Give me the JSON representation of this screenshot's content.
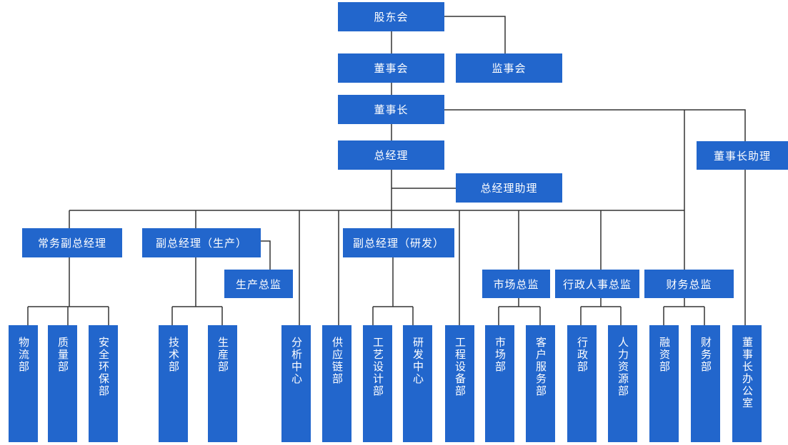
{
  "colors": {
    "box": "#2266cc",
    "text": "#ffffff",
    "line": "#333333"
  },
  "nodes": {
    "shareholders": "股东会",
    "board": "董事会",
    "supervisors": "监事会",
    "chairman": "董事长",
    "chairman_assistant": "董事长助理",
    "gm": "总经理",
    "gm_assistant": "总经理助理",
    "exec_vp": "常务副总经理",
    "vp_production": "副总经理（生产）",
    "production_director": "生产总监",
    "vp_rd": "副总经理（研发）",
    "marketing_director": "市场总监",
    "admin_hr_director": "行政人事总监",
    "finance_director": "财务总监"
  },
  "departments": [
    "物流部",
    "质量部",
    "安全环保部",
    "技术部",
    "生産部",
    "分析中心",
    "供应链部",
    "工艺设计部",
    "研发中心",
    "工程设备部",
    "市场部",
    "客户服务部",
    "行政部",
    "人力资源部",
    "融资部",
    "财务部",
    "董事长办公室"
  ]
}
